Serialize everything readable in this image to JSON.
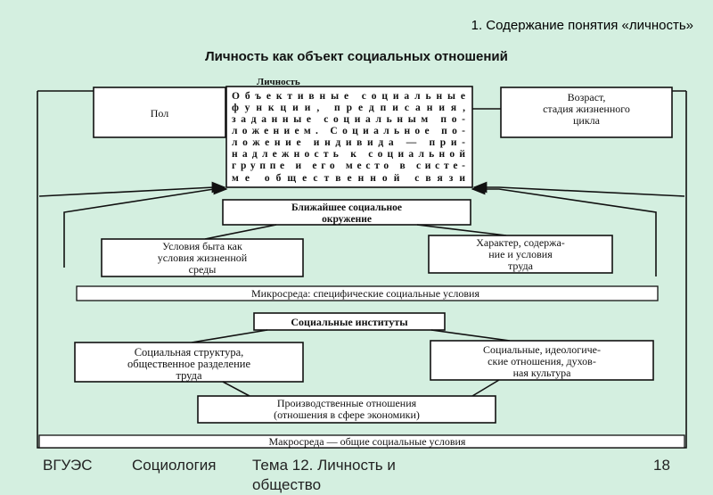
{
  "slide": {
    "header": "1. Содержание понятия «личность»",
    "title": "Личность как объект социальных отношений"
  },
  "diagram": {
    "center_label": "Личность",
    "center_lines": [
      "Объективные социальные",
      "функции, предписания,",
      "заданные социальным по-",
      "ложением. Социальное по-",
      "ложение индивида — при-",
      "надлежность к социальной",
      "группе и его место в систе-",
      "ме общественной связи"
    ],
    "left_box": "Пол",
    "right_box_lines": [
      "Возраст,",
      "стадия жизненного",
      "цикла"
    ],
    "micro_top_lines": [
      "Ближайшее социальное",
      "окружение"
    ],
    "micro_left_lines": [
      "Условия быта как",
      "условия жизненной",
      "среды"
    ],
    "micro_right_lines": [
      "Характер, содержа-",
      "ние и условия",
      "труда"
    ],
    "micro_band": "Микросреда: специфические социальные условия",
    "macro_top": "Социальные институты",
    "macro_left_lines": [
      "Социальная структура,",
      "общественное разделение",
      "труда"
    ],
    "macro_right_lines": [
      "Социальные, идеологиче-",
      "ские отношения, духов-",
      "ная культура"
    ],
    "macro_bottom_lines": [
      "Производственные отношения",
      "(отношения в сфере экономики)"
    ],
    "macro_band": "Макросреда — общие социальные условия"
  },
  "footer": {
    "org": "ВГУЭС",
    "subject": "Социология",
    "topic": "Тема 12. Личность и общество",
    "page": "18"
  }
}
